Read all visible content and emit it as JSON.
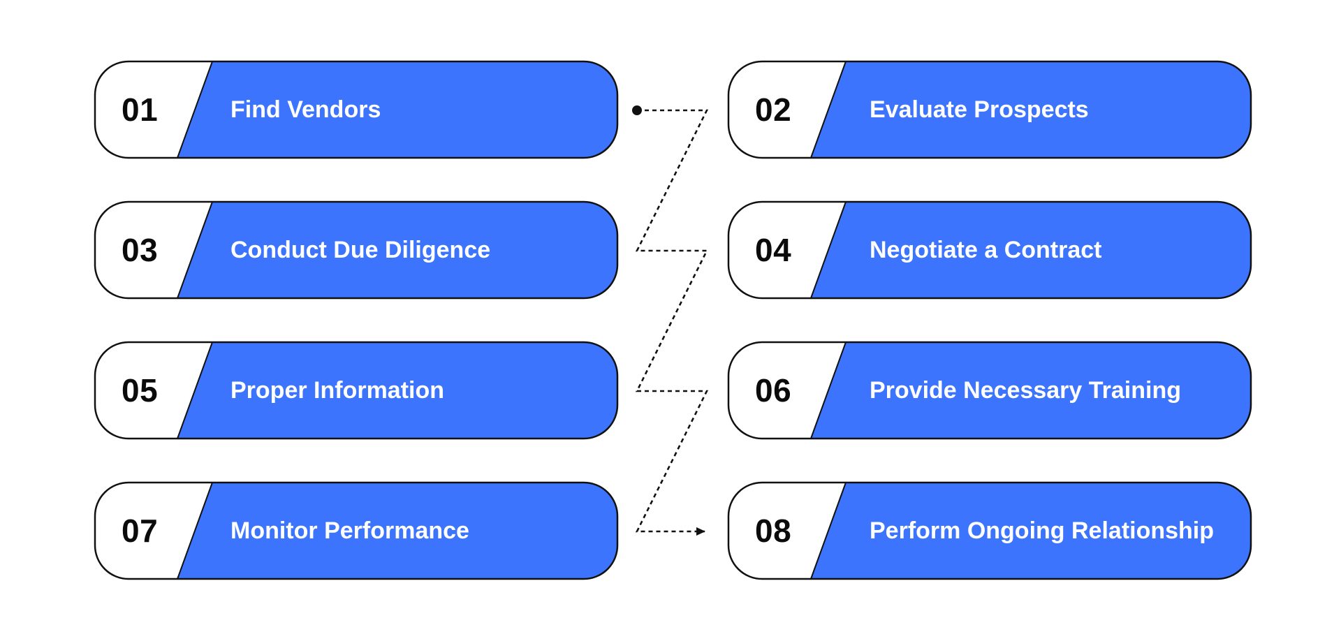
{
  "steps": [
    {
      "number": "01",
      "label": "Find Vendors"
    },
    {
      "number": "02",
      "label": "Evaluate Prospects"
    },
    {
      "number": "03",
      "label": "Conduct Due Diligence"
    },
    {
      "number": "04",
      "label": "Negotiate a Contract"
    },
    {
      "number": "05",
      "label": "Proper Information"
    },
    {
      "number": "06",
      "label": "Provide Necessary Training"
    },
    {
      "number": "07",
      "label": "Monitor Performance"
    },
    {
      "number": "08",
      "label": "Perform Ongoing Relationship"
    }
  ],
  "colors": {
    "accent": "#3d74fd",
    "outline": "#111111",
    "number_bg": "#ffffff",
    "connector": "#111111"
  },
  "connector_style": "dotted-zigzag-with-arrow"
}
